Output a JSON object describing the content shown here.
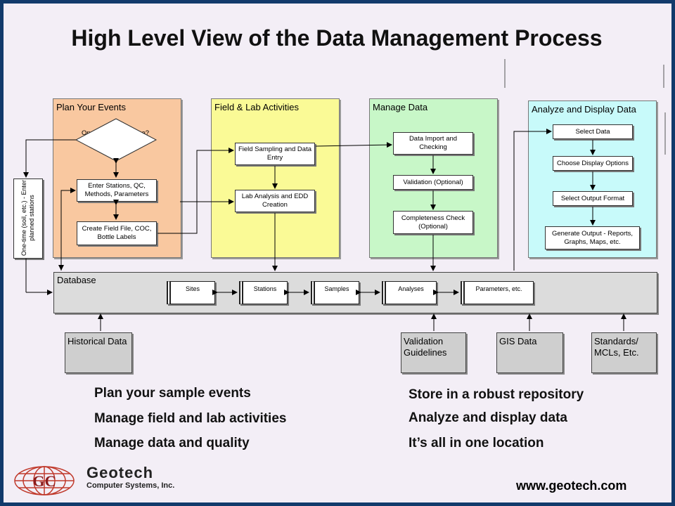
{
  "title": "High Level View of the Data Management Process",
  "colors": {
    "background_border": "#123a6b",
    "plan_panel": "#f9c8a0",
    "field_panel": "#fafa96",
    "manage_panel": "#c8f7c8",
    "analyze_panel": "#c8fafa",
    "database": "#dcdcdc",
    "source_boxes": "#cfcfcf",
    "logo_red": "#c0392b"
  },
  "panels": {
    "plan": {
      "title": "Plan Your Events",
      "decision": "Ongoing or One Time?",
      "steps": [
        "Enter Stations, QC, Methods, Parameters",
        "Create Field File, COC, Bottle Labels"
      ]
    },
    "field": {
      "title": "Field & Lab Activities",
      "steps": [
        "Field Sampling and Data Entry",
        "Lab Analysis and EDD Creation"
      ]
    },
    "manage": {
      "title": "Manage Data",
      "steps": [
        "Data Import and Checking",
        "Validation (Optional)",
        "Completeness Check (Optional)"
      ]
    },
    "analyze": {
      "title": "Analyze and Display Data",
      "steps": [
        "Select Data",
        "Choose Display Options",
        "Select Output Format",
        "Generate Output - Reports, Graphs, Maps, etc."
      ]
    }
  },
  "side_note": "One-time (soil, etc.) - Enter planned stations",
  "database": {
    "title": "Database",
    "tables": [
      "Sites",
      "Stations",
      "Samples",
      "Analyses",
      "Parameters, etc."
    ]
  },
  "sources": [
    "Historical Data",
    "Validation Guidelines",
    "GIS Data",
    "Standards/ MCLs, Etc."
  ],
  "bullets_left": [
    "Plan your sample events",
    "Manage field and lab activities",
    "Manage data and quality"
  ],
  "bullets_right": [
    "Store in a robust repository",
    "Analyze and display data",
    "It’s all in one location"
  ],
  "logo": {
    "name": "Geotech",
    "subtitle": "Computer Systems, Inc."
  },
  "url": "www.geotech.com"
}
